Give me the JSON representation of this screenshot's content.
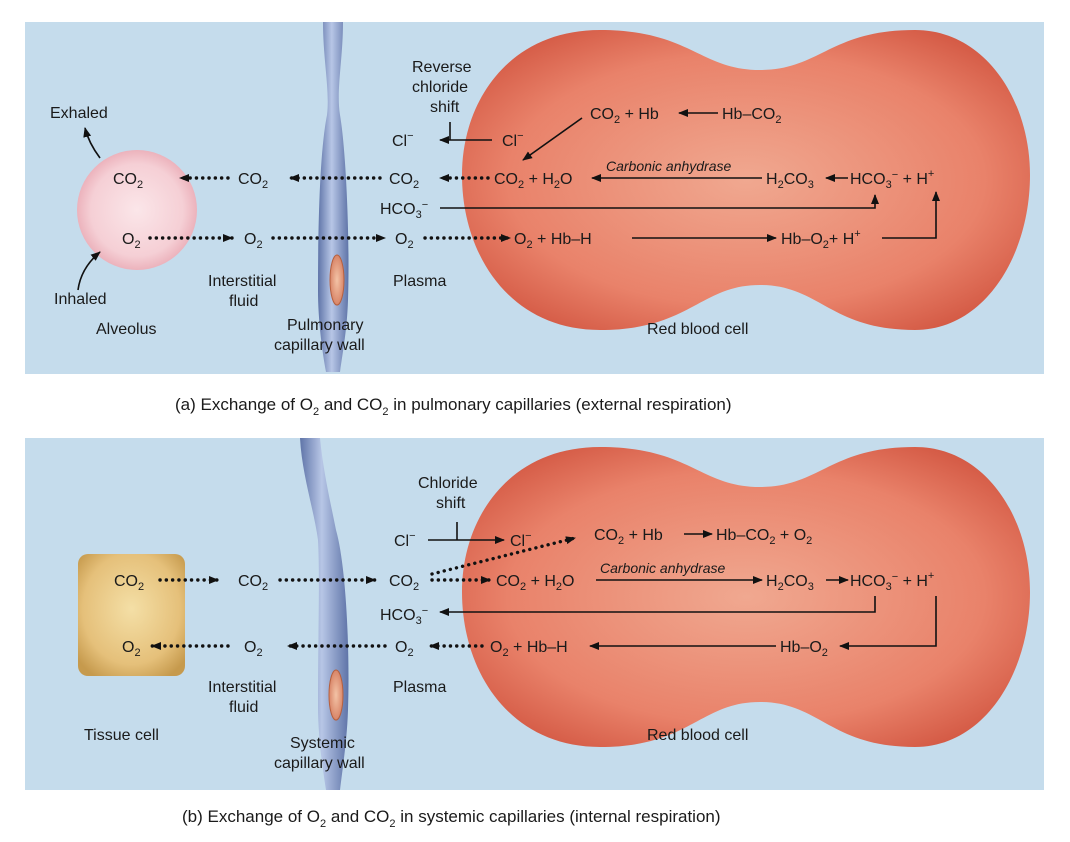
{
  "colors": {
    "panel_bg": "#c5dcec",
    "rbc": "#e9826a",
    "rbc_edge": "#d45a45",
    "alveolus": "#f6d1d6",
    "tissue_cell": "#e2b96a",
    "capillary": "#7f93c2",
    "accent_text": "#1a1a1a"
  },
  "panel_a": {
    "caption": {
      "pre": "(a) Exchange of O",
      "sub1": "2",
      "mid": " and CO",
      "sub2": "2",
      "post": " in pulmonary capillaries (external respiration)"
    },
    "labels": {
      "exhaled": "Exhaled",
      "inhaled": "Inhaled",
      "alveolus": "Alveolus",
      "interstitial_1": "Interstitial",
      "interstitial_2": "fluid",
      "wall_1": "Pulmonary",
      "wall_2": "capillary wall",
      "plasma": "Plasma",
      "rbc": "Red blood cell",
      "shift_1": "Reverse",
      "shift_2": "chloride",
      "shift_3": "shift",
      "enzyme": "Carbonic anhydrase"
    }
  },
  "panel_b": {
    "caption": {
      "pre": "(b) Exchange of O",
      "sub1": "2",
      "mid": " and CO",
      "sub2": "2",
      "post": " in systemic capillaries (internal respiration)"
    },
    "labels": {
      "tissue": "Tissue cell",
      "interstitial_1": "Interstitial",
      "interstitial_2": "fluid",
      "wall_1": "Systemic",
      "wall_2": "capillary wall",
      "plasma": "Plasma",
      "rbc": "Red blood cell",
      "shift_1": "Chloride",
      "shift_2": "shift",
      "enzyme": "Carbonic anhydrase"
    }
  }
}
